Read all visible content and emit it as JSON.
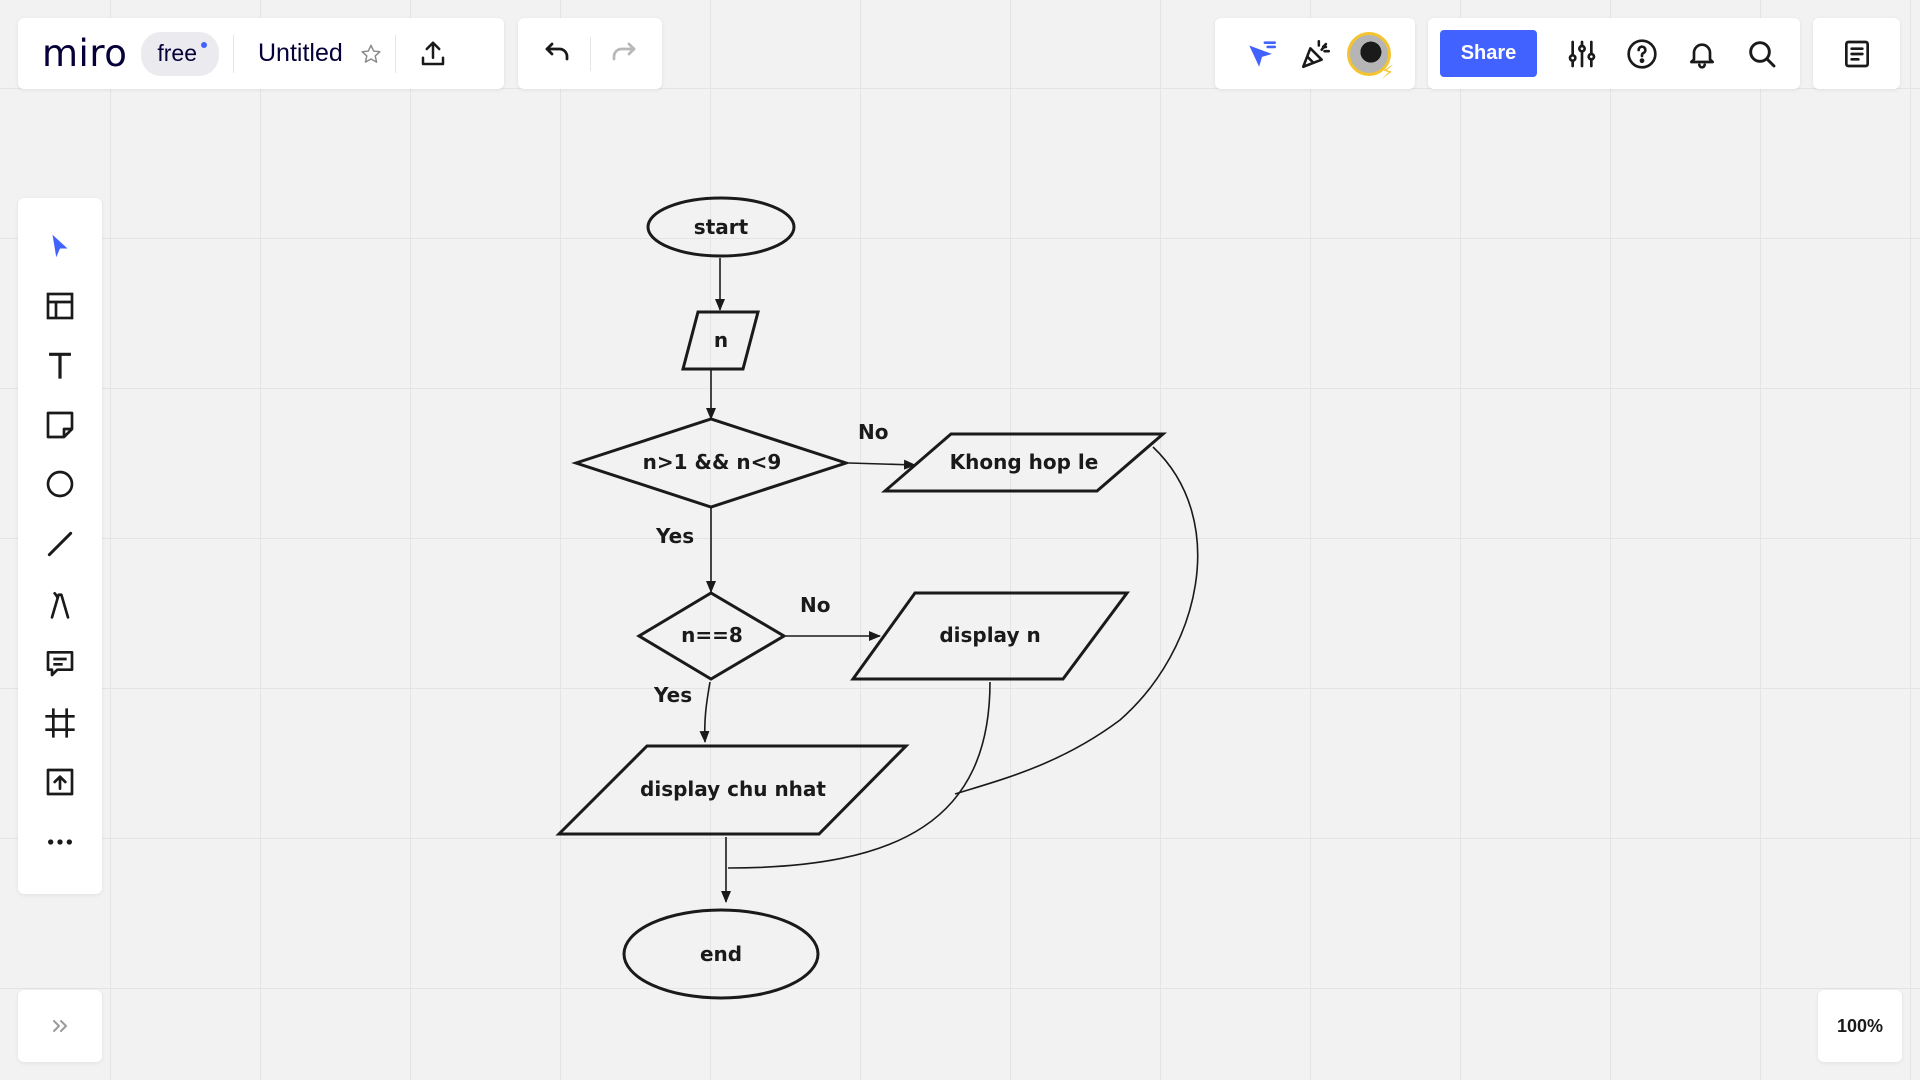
{
  "app": {
    "logo": "miro",
    "plan": "free",
    "board_title": "Untitled"
  },
  "toolbar_top": {
    "share_label": "Share",
    "icons": [
      "upload-icon",
      "undo-icon",
      "redo-icon",
      "cursor-filter-icon",
      "celebrate-icon",
      "settings-sliders-icon",
      "help-icon",
      "bell-icon",
      "search-icon",
      "notes-icon"
    ]
  },
  "toolbar_left": {
    "tools": [
      "select-tool",
      "templates-tool",
      "text-tool",
      "sticky-note-tool",
      "shape-tool",
      "line-tool",
      "pen-tool",
      "comment-tool",
      "frame-tool",
      "upload-tool",
      "more-tools"
    ]
  },
  "zoom": {
    "label": "100%"
  },
  "flowchart": {
    "nodes": {
      "start": "start",
      "input": "n",
      "cond1": "n>1 && n<9",
      "invalid": "Khong hop le",
      "cond2": "n==8",
      "display_n": "display n",
      "display_rect": "display chu nhat",
      "end": "end"
    },
    "edges": {
      "cond1_no": "No",
      "cond1_yes": "Yes",
      "cond2_no": "No",
      "cond2_yes": "Yes"
    }
  },
  "colors": {
    "accent": "#4262ff",
    "canvas": "#f2f2f2",
    "avatar_ring": "#f4c430"
  }
}
